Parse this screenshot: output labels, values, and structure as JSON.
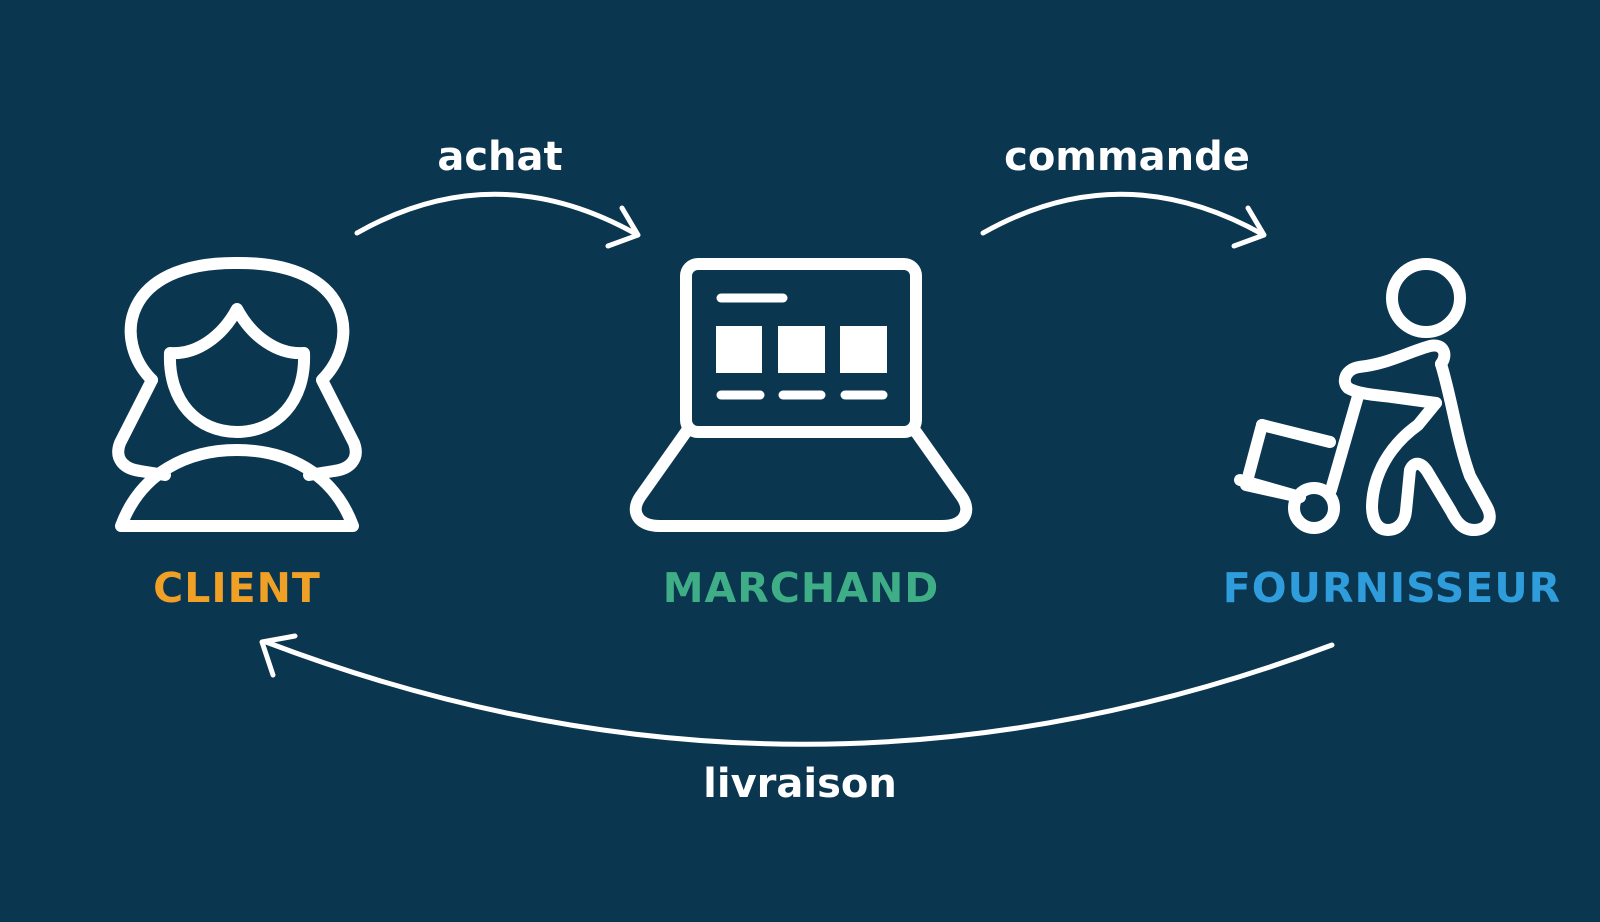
{
  "diagram": {
    "background_color": "#0b3650",
    "nodes": [
      {
        "id": "client",
        "label": "CLIENT",
        "color": "#f0a025",
        "icon": "woman-user-icon"
      },
      {
        "id": "marchand",
        "label": "MARCHAND",
        "color": "#3fae86",
        "icon": "laptop-shop-icon"
      },
      {
        "id": "fournisseur",
        "label": "FOURNISSEUR",
        "color": "#2f9ddb",
        "icon": "delivery-person-icon"
      }
    ],
    "edges": [
      {
        "from": "client",
        "to": "marchand",
        "label": "achat"
      },
      {
        "from": "marchand",
        "to": "fournisseur",
        "label": "commande"
      },
      {
        "from": "fournisseur",
        "to": "client",
        "label": "livraison"
      }
    ]
  }
}
